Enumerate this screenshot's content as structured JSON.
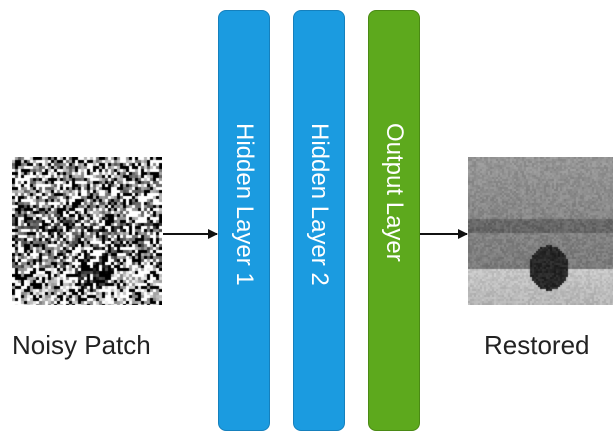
{
  "input": {
    "caption": "Noisy Patch"
  },
  "output": {
    "caption": "Restored"
  },
  "layers": [
    {
      "label": "Hidden Layer 1",
      "kind": "hidden",
      "color": "#1b9be0"
    },
    {
      "label": "Hidden Layer 2",
      "kind": "hidden",
      "color": "#1b9be0"
    },
    {
      "label": "Output Layer",
      "kind": "output",
      "color": "#5da91d"
    }
  ]
}
